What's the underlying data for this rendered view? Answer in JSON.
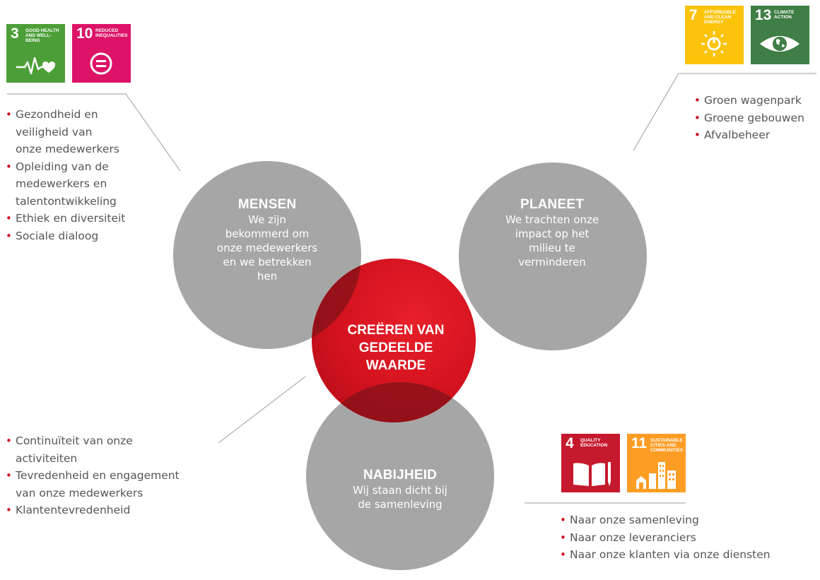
{
  "colors": {
    "grey_circle": "#a7a6a6",
    "red_circle": "#d4131f",
    "bullet": "#d0021b",
    "text": "#555555",
    "line": "#9b9b9b",
    "sdg3": "#4c9f38",
    "sdg10": "#dd1367",
    "sdg7": "#fcc30b",
    "sdg13": "#3f7e44",
    "sdg4": "#c5192d",
    "sdg11": "#fd9d24"
  },
  "center": {
    "title_line1": "CREËREN VAN",
    "title_line2": "GEDEELDE WAARDE"
  },
  "mensen": {
    "title": "MENSEN",
    "desc": [
      "We zijn",
      "bekommerd om",
      "onze medewerkers",
      "en we betrekken",
      "hen"
    ],
    "bullets": [
      "Gezondheid en",
      "veiligheid van",
      "onze medewerkers",
      "Opleiding van de",
      "medewerkers en",
      "talentontwikkeling",
      "Ethiek en diversiteit",
      "Sociale dialoog"
    ],
    "bullet_flags": [
      true,
      false,
      false,
      true,
      false,
      false,
      true,
      true
    ]
  },
  "planeet": {
    "title": "PLANEET",
    "desc": [
      "We trachten onze",
      "impact op het",
      "milieu te",
      "verminderen"
    ],
    "bullets": [
      "Groen wagenpark",
      "Groene gebouwen",
      "Afvalbeheer"
    ]
  },
  "nabijheid": {
    "title": "NABIJHEID",
    "desc": [
      "Wij staan dicht bij",
      "de samenleving"
    ],
    "bullets": [
      "Naar onze samenleving",
      "Naar onze leveranciers",
      "Naar onze klanten via onze diensten"
    ]
  },
  "continuity": {
    "bullets": [
      "Continuïteit van onze",
      "activiteiten",
      "Tevredenheid en engagement",
      "van onze medewerkers",
      "Klantentevredenheid"
    ],
    "bullet_flags": [
      true,
      false,
      true,
      false,
      true
    ]
  },
  "sdgs": {
    "sdg3": {
      "number": "3",
      "text": "GOOD HEALTH AND WELL-BEING",
      "icon": "heartbeat-icon"
    },
    "sdg10": {
      "number": "10",
      "text": "REDUCED INEQUALITIES",
      "icon": "equality-icon"
    },
    "sdg7": {
      "number": "7",
      "text": "AFFORDABLE AND CLEAN ENERGY",
      "icon": "sun-power-icon"
    },
    "sdg13": {
      "number": "13",
      "text": "CLIMATE ACTION",
      "icon": "earth-eye-icon"
    },
    "sdg4": {
      "number": "4",
      "text": "QUALITY EDUCATION",
      "icon": "book-pencil-icon"
    },
    "sdg11": {
      "number": "11",
      "text": "SUSTAINABLE CITIES AND COMMUNITIES",
      "icon": "city-icon"
    }
  }
}
